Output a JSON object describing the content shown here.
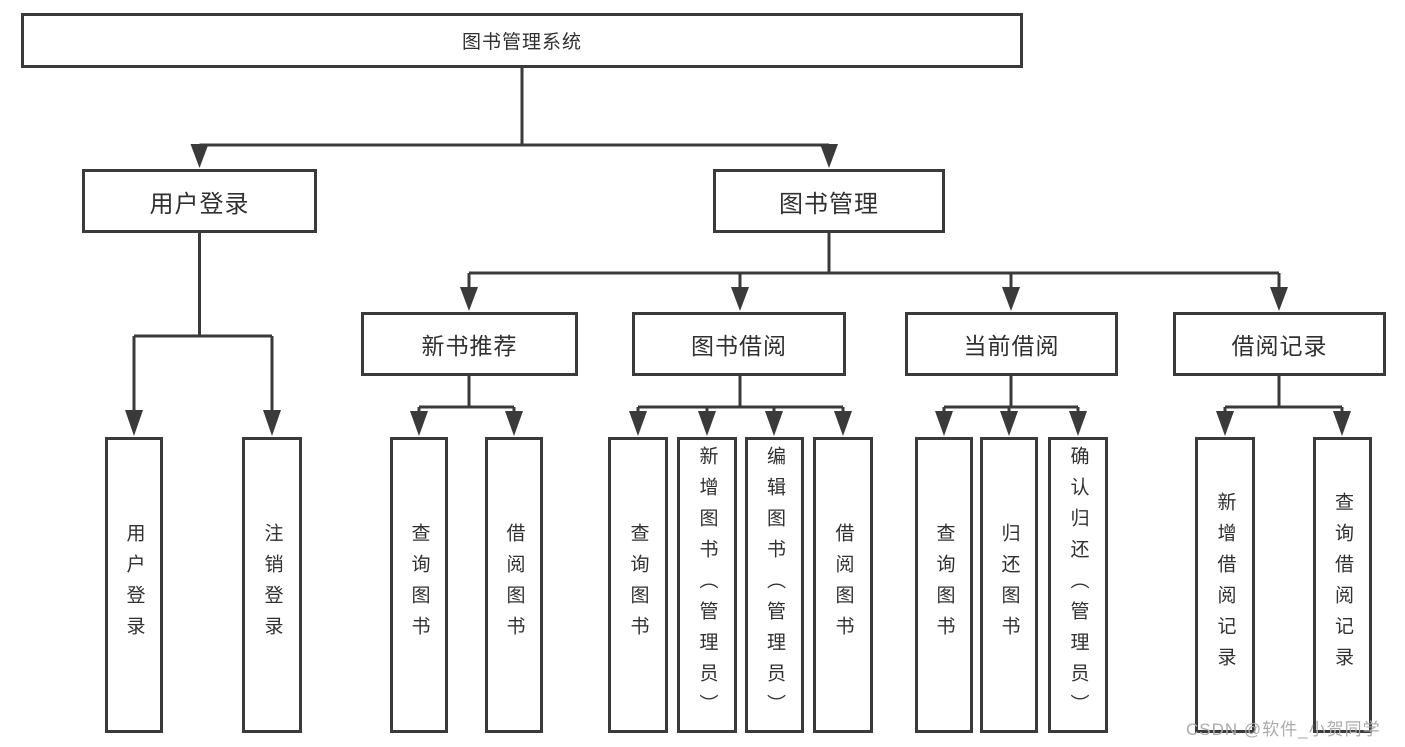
{
  "diagram": {
    "tree": {
      "label": "图书管理系统",
      "children": [
        {
          "label": "用户登录",
          "children": [
            {
              "label": "用户登录"
            },
            {
              "label": "注销登录"
            }
          ]
        },
        {
          "label": "图书管理",
          "children": [
            {
              "label": "新书推荐",
              "children": [
                {
                  "label": "查询图书"
                },
                {
                  "label": "借阅图书"
                }
              ]
            },
            {
              "label": "图书借阅",
              "children": [
                {
                  "label": "查询图书"
                },
                {
                  "label": "新增图书（管理员）"
                },
                {
                  "label": "编辑图书（管理员）"
                },
                {
                  "label": "借阅图书"
                }
              ]
            },
            {
              "label": "当前借阅",
              "children": [
                {
                  "label": "查询图书"
                },
                {
                  "label": "归还图书"
                },
                {
                  "label": "确认归还（管理员）"
                }
              ]
            },
            {
              "label": "借阅记录",
              "children": [
                {
                  "label": "新增借阅记录"
                },
                {
                  "label": "查询借阅记录"
                }
              ]
            }
          ]
        }
      ]
    },
    "watermark": "CSDN @软件_小贺同学",
    "colors": {
      "line": "#3a3a3a",
      "text": "#303030",
      "background": "#ffffff",
      "watermark": "#ababab"
    }
  }
}
